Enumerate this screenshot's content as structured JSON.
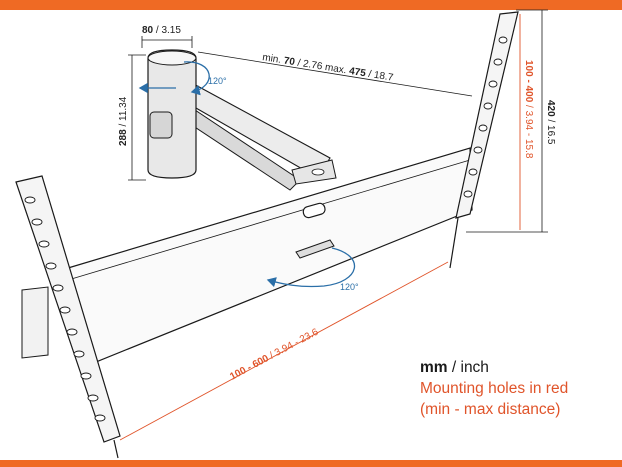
{
  "colors": {
    "accent": "#ef6a24",
    "red_text": "#e0542a",
    "arrow_blue": "#2b6fa8",
    "outline": "#1a1a1a",
    "fill_light": "#eeeeee"
  },
  "dimensions": {
    "bracket_width": {
      "bold": "80",
      "rest": " / 3.15"
    },
    "bracket_height": {
      "bold": "288",
      "rest": " / 11.34"
    },
    "extension": {
      "pre": "min. ",
      "min_bold": "70",
      "mid": " / 2.76 max. ",
      "max_bold": "475",
      "post": " / 18.7"
    },
    "vertical_holes": {
      "bold": "100 - 400",
      "rest": " / 3.94 - 15.8"
    },
    "vertical_total": {
      "bold": "420",
      "rest": " / 16.5"
    },
    "horizontal_holes": {
      "bold": "100 - 600",
      "rest": " / 3.94 - 23.6"
    }
  },
  "angles": {
    "swivel_top": "120°",
    "swivel_bottom": "120°"
  },
  "legend": {
    "unit_bold": "mm",
    "unit_rest": " / inch",
    "line2": "Mounting holes in red",
    "line3": "(min - max distance)"
  }
}
